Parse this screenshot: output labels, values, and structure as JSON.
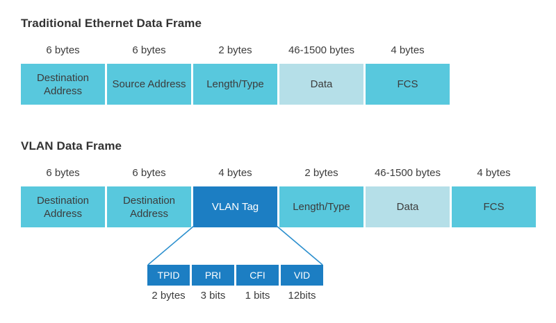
{
  "colors": {
    "background": "#FFFFFF",
    "field_cyan": "#58C8DD",
    "field_light": "#B5DFE8",
    "field_dark": "#1C7EC3",
    "expansion_line": "#2B8FCE",
    "text_dark": "#3B3B3B",
    "title_text": "#333333",
    "subfield_text": "#FFFFFF"
  },
  "frames": [
    {
      "name": "traditional",
      "title": "Traditional Ethernet Data Frame",
      "fields": [
        {
          "size": "6 bytes",
          "label": "Destination Address",
          "variant": "cyan"
        },
        {
          "size": "6 bytes",
          "label": "Source Address",
          "variant": "cyan"
        },
        {
          "size": "2 bytes",
          "label": "Length/Type",
          "variant": "cyan"
        },
        {
          "size": "46-1500 bytes",
          "label": "Data",
          "variant": "light"
        },
        {
          "size": "4 bytes",
          "label": "FCS",
          "variant": "cyan"
        }
      ]
    },
    {
      "name": "vlan",
      "title": "VLAN Data Frame",
      "fields": [
        {
          "size": "6 bytes",
          "label": "Destination Address",
          "variant": "cyan"
        },
        {
          "size": "6 bytes",
          "label": "Destination Address",
          "variant": "cyan"
        },
        {
          "size": "4 bytes",
          "label": "VLAN Tag",
          "variant": "dark"
        },
        {
          "size": "2 bytes",
          "label": "Length/Type",
          "variant": "cyan"
        },
        {
          "size": "46-1500 bytes",
          "label": "Data",
          "variant": "light"
        },
        {
          "size": "4 bytes",
          "label": "FCS",
          "variant": "cyan"
        }
      ]
    }
  ],
  "vlan_tag_detail": {
    "fields": [
      {
        "label": "TPID",
        "size": "2 bytes"
      },
      {
        "label": "PRI",
        "size": "3 bits"
      },
      {
        "label": "CFI",
        "size": "1 bits"
      },
      {
        "label": "VID",
        "size": "12bits"
      }
    ]
  }
}
